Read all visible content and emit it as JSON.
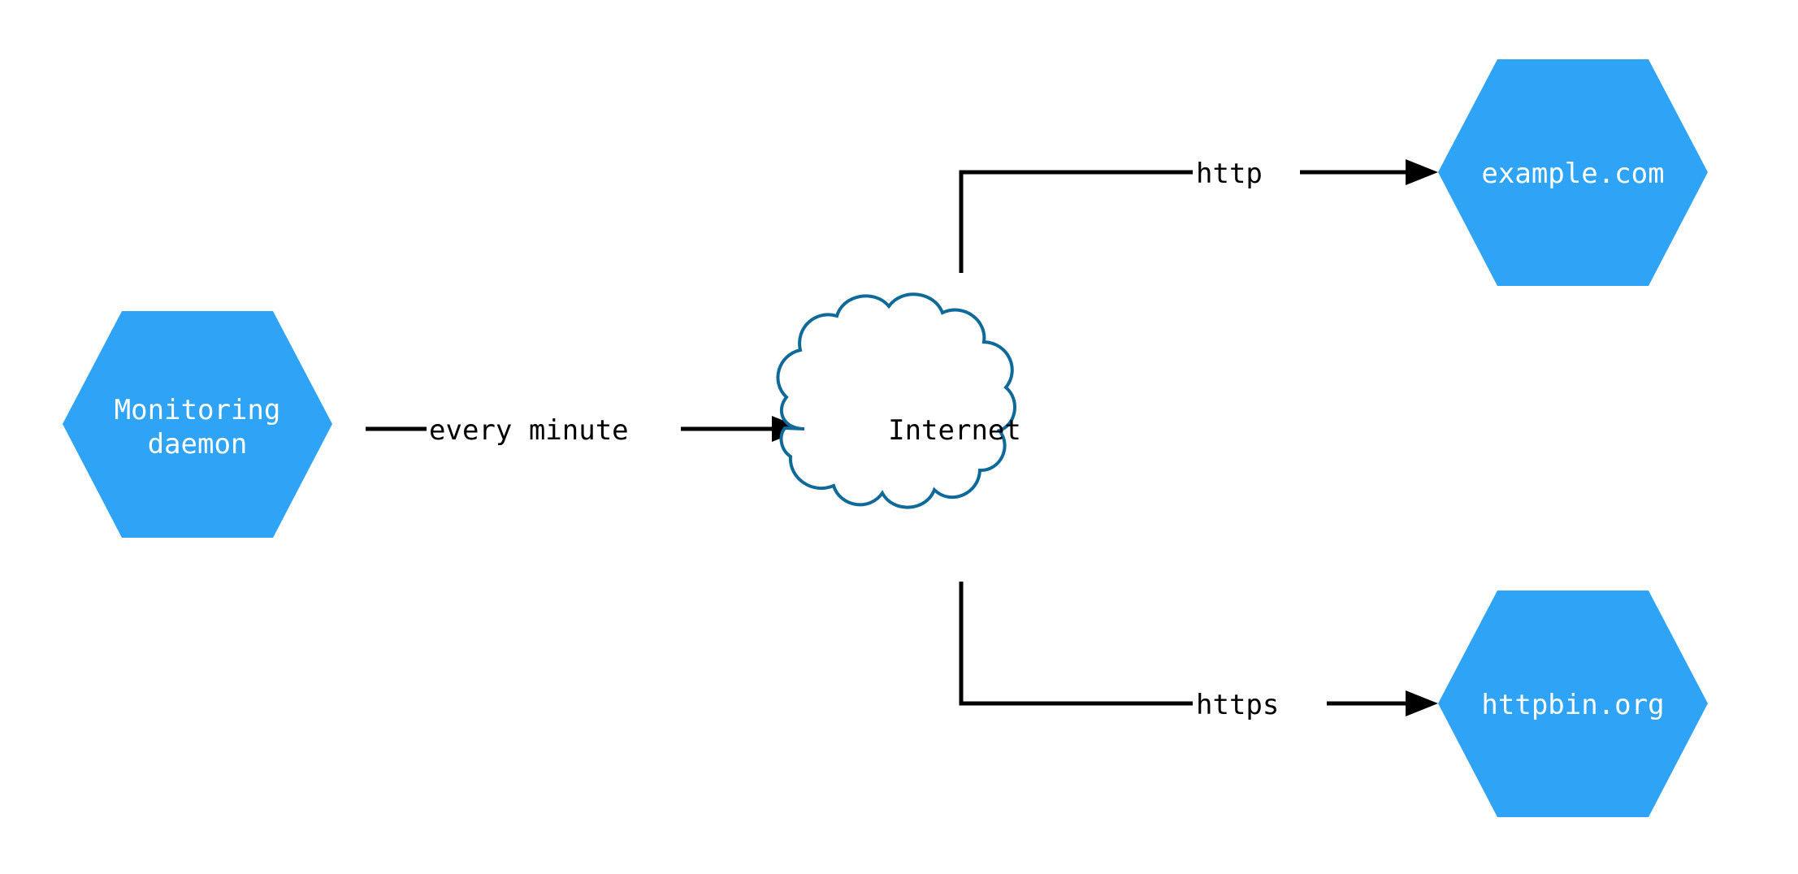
{
  "diagram": {
    "title": "Monitoring daemon network diagram",
    "type": "network-flow",
    "background_color": "#ffffff",
    "colors": {
      "node_fill": "#2fa4f7",
      "node_text": "#ffffff",
      "cloud_stroke": "#0f6a99",
      "cloud_fill": "#ffffff",
      "edge_stroke": "#000000",
      "edge_text": "#000000"
    },
    "nodes": [
      {
        "id": "monitoring-daemon",
        "shape": "hexagon",
        "label_line_1": "Monitoring",
        "label_line_2": "daemon",
        "fill": "#2fa4f7",
        "text_color": "#ffffff"
      },
      {
        "id": "internet",
        "shape": "cloud",
        "label_line_1": "Internet",
        "label_line_2": "",
        "fill": "#ffffff",
        "text_color": "#000000"
      },
      {
        "id": "example-com",
        "shape": "hexagon",
        "label_line_1": "example.com",
        "label_line_2": "",
        "fill": "#2fa4f7",
        "text_color": "#ffffff"
      },
      {
        "id": "httpbin-org",
        "shape": "hexagon",
        "label_line_1": "httpbin.org",
        "label_line_2": "",
        "fill": "#2fa4f7",
        "text_color": "#ffffff"
      }
    ],
    "edges": [
      {
        "id": "daemon-to-internet",
        "from": "monitoring-daemon",
        "to": "internet",
        "label": "every minute",
        "style": "straight-arrow"
      },
      {
        "id": "internet-to-example",
        "from": "internet",
        "to": "example-com",
        "label": "http",
        "style": "elbow-arrow"
      },
      {
        "id": "internet-to-httpbin",
        "from": "internet",
        "to": "httpbin-org",
        "label": "https",
        "style": "elbow-arrow"
      }
    ]
  }
}
